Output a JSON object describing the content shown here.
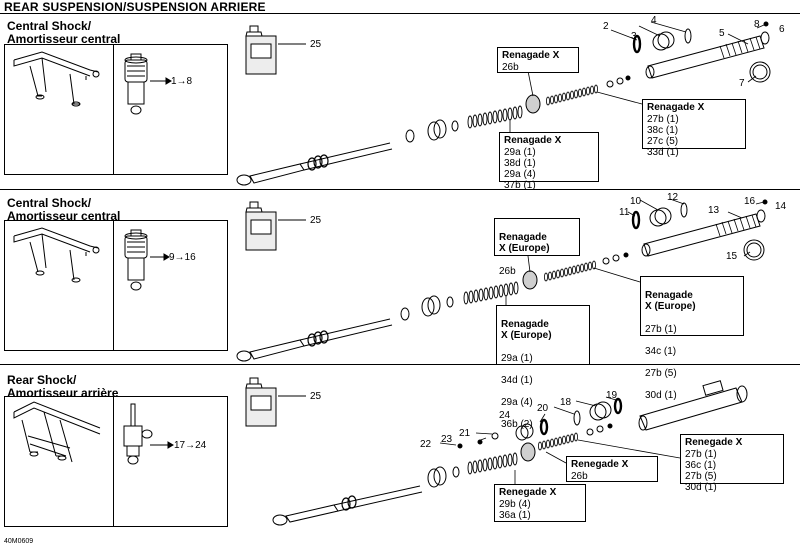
{
  "page": {
    "title": "REAR SUSPENSION/SUSPENSION ARRIERE",
    "figure_code": "40M0609"
  },
  "sections": [
    {
      "title_line1": "Central Shock/",
      "title_line2": "Amortisseur central",
      "range_label": "1→8",
      "oil_part": "25",
      "part_numbers": [
        "2",
        "3",
        "4",
        "5",
        "6",
        "7",
        "8"
      ],
      "boxes": [
        {
          "title": "Renagade X",
          "refs": [
            "26b"
          ]
        },
        {
          "title": "Renagade X",
          "refs": [
            "27b (1)",
            "38c (1)",
            "27c (5)",
            "33d (1)"
          ]
        },
        {
          "title": "Renagade X",
          "refs": [
            "29a (1)",
            "38d (1)",
            "29a (4)",
            "37b (1)"
          ]
        }
      ]
    },
    {
      "title_line1": "Central Shock/",
      "title_line2": "Amortisseur central",
      "range_label": "9→16",
      "oil_part": "25",
      "part_numbers": [
        "10",
        "11",
        "12",
        "13",
        "14",
        "15",
        "16"
      ],
      "boxes": [
        {
          "title": "Renagade\nX (Europe)",
          "refs": [
            "26b"
          ]
        },
        {
          "title": "Renagade\nX (Europe)",
          "refs": [
            "27b (1)",
            "34c (1)",
            "27b (5)",
            "30d (1)"
          ]
        },
        {
          "title": "Renagade\nX (Europe)",
          "refs": [
            "29a (1)",
            "34d (1)",
            "29a (4)",
            "36b (2)"
          ]
        }
      ]
    },
    {
      "title_line1": "Rear Shock/",
      "title_line2": "Amortisseur arrière",
      "range_label": "17→24",
      "oil_part": "25",
      "part_numbers": [
        "18",
        "19",
        "20",
        "21",
        "22",
        "23",
        "24"
      ],
      "boxes": [
        {
          "title": "Renegade X",
          "refs": [
            "27b (1)",
            "36c (1)",
            "27b (5)",
            "30d (1)"
          ]
        },
        {
          "title": "Renegade X",
          "refs": [
            "26b"
          ]
        },
        {
          "title": "Renegade X",
          "refs": [
            "29b (4)",
            "36a (1)"
          ]
        }
      ]
    }
  ]
}
